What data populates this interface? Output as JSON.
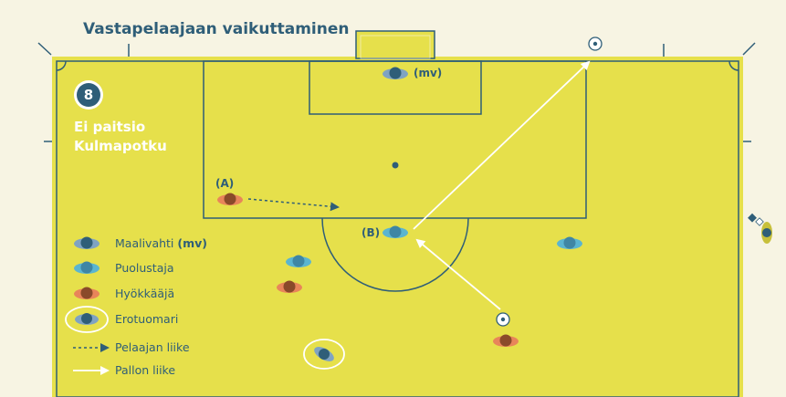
{
  "title": "Vastapelaajaan vaikuttaminen",
  "scenario": {
    "number": "8",
    "line1": "Ei paitsio",
    "line2": "Kulmapotku"
  },
  "labels": {
    "goalkeeper_tag": "(mv)",
    "attacker_tag": "(A)",
    "defender_tag": "(B)"
  },
  "legend": [
    {
      "label": "Maalivahti",
      "suffix": "(mv)",
      "icon": "goalkeeper-icon"
    },
    {
      "label": "Puolustaja",
      "icon": "defender-icon"
    },
    {
      "label": "Hyökkääjä",
      "icon": "attacker-icon"
    },
    {
      "label": "Erotuomari",
      "icon": "referee-icon"
    },
    {
      "label": "Pelaajan liike",
      "icon": "dashed-arrow-icon"
    },
    {
      "label": "Pallon liike",
      "icon": "solid-arrow-icon"
    }
  ],
  "colors": {
    "pitch": "#e6e04b",
    "background": "#f7f4e3",
    "lines": "#2f5e78",
    "defender": "#5bb5d0",
    "attacker": "#e8855a",
    "goalkeeper": "#7fa3c2",
    "text": "#2f5e78"
  }
}
